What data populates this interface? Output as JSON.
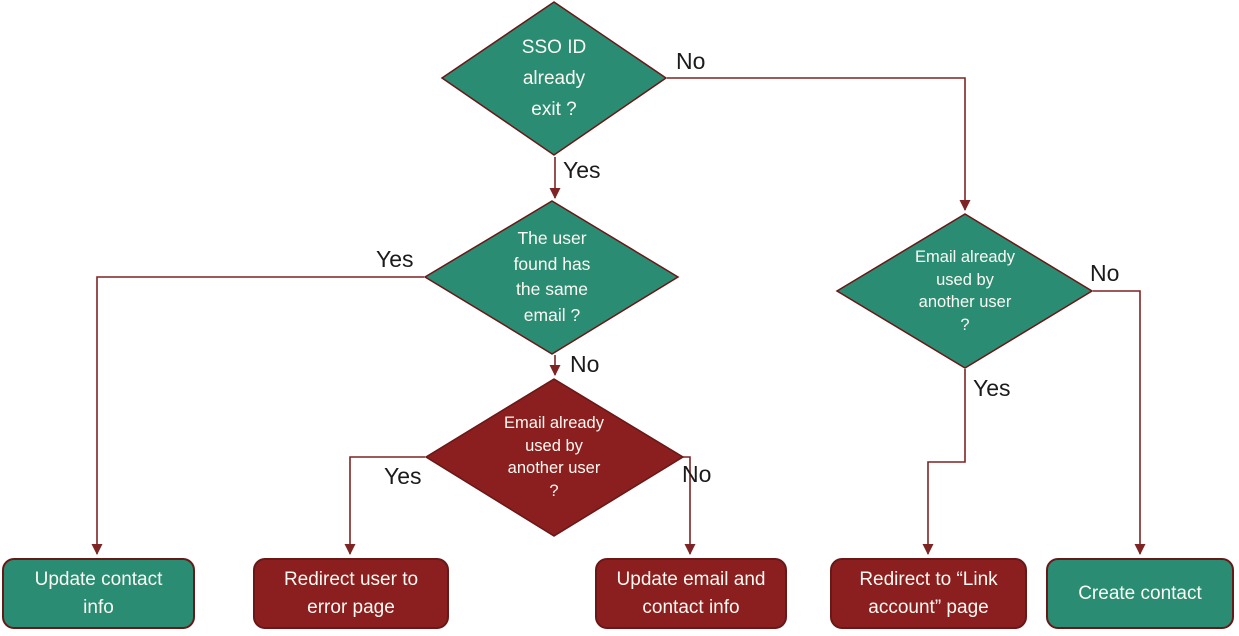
{
  "colors": {
    "teal_fill": "#2A8C72",
    "red_fill": "#8B1E1E",
    "shape_border": "#691717",
    "connector": "#7E2424",
    "shape_text": "#FBF9F2",
    "edge_label_text": "#1b1b1b"
  },
  "decisions": [
    {
      "id": "sso-id-already-exists",
      "variant": "teal",
      "text": "SSO ID\nalready\nexit ?"
    },
    {
      "id": "user-found-same-email",
      "variant": "teal",
      "text": "The user\nfound has\nthe same\nemail ?"
    },
    {
      "id": "email-used-by-another-mid",
      "variant": "red",
      "text": "Email already\nused by\nanother user\n?"
    },
    {
      "id": "email-used-by-another-right",
      "variant": "teal",
      "text": "Email already\nused by\nanother user\n?"
    }
  ],
  "terminals": [
    {
      "id": "update-contact-info",
      "variant": "teal",
      "text": "Update contact\ninfo"
    },
    {
      "id": "redirect-error-page",
      "variant": "red",
      "text": "Redirect user to\nerror page"
    },
    {
      "id": "update-email-contact",
      "variant": "red",
      "text": "Update email and\ncontact info"
    },
    {
      "id": "redirect-link-account",
      "variant": "red",
      "text": "Redirect to “Link\naccount” page"
    },
    {
      "id": "create-contact",
      "variant": "teal",
      "text": "Create contact"
    }
  ],
  "edge_labels": {
    "d1_yes": "Yes",
    "d1_no": "No",
    "d2_yes": "Yes",
    "d2_no": "No",
    "d3_yes": "Yes",
    "d3_no": "No",
    "d4_yes": "Yes",
    "d4_no": "No"
  }
}
